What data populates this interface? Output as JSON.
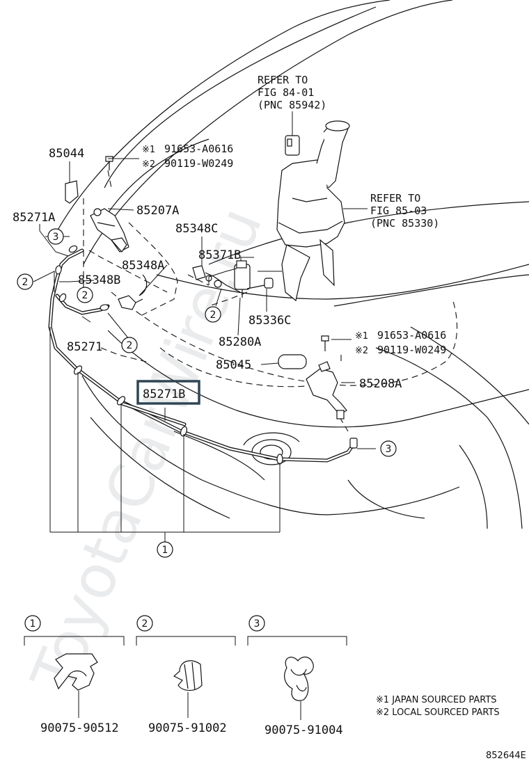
{
  "refer_tank": [
    "REFER TO",
    "FIG 84-01",
    "(PNC 85942)"
  ],
  "refer_fig85": [
    "REFER TO",
    "FIG 85-03",
    "(PNC 85330)"
  ],
  "part_labels": {
    "p85044": "85044",
    "p85271A": "85271A",
    "p85207A": "85207A",
    "p85348C": "85348C",
    "p85371B": "85371B",
    "p85348A": "85348A",
    "p85348B": "85348B",
    "p85336C": "85336C",
    "p85271": "85271",
    "p85280A": "85280A",
    "p85045": "85045",
    "p85208A": "85208A",
    "p85271B": "85271B"
  },
  "bolt_top": {
    "m1": "※1",
    "pn1": "91653-A0616",
    "m2": "※2",
    "pn2": "90119-W0249"
  },
  "bolt_right": {
    "m1": "※1",
    "pn1": "91653-A0616",
    "m2": "※2",
    "pn2": "90119-W0249"
  },
  "circle_refs": {
    "one": "1",
    "two": "2",
    "three": "3"
  },
  "legend_parts": [
    {
      "num": "1",
      "pn": "90075-90512"
    },
    {
      "num": "2",
      "pn": "90075-91002"
    },
    {
      "num": "3",
      "pn": "90075-91004"
    }
  ],
  "notes": [
    "※1 JAPAN SOURCED PARTS",
    "※2 LOCAL SOURCED PARTS"
  ],
  "figure_id": "852644E",
  "watermark": "ToyotaCarWire.ru",
  "colors": {
    "highlight_box": "#2f4654",
    "line": "#111111",
    "watermark": "#cfd4d8"
  }
}
